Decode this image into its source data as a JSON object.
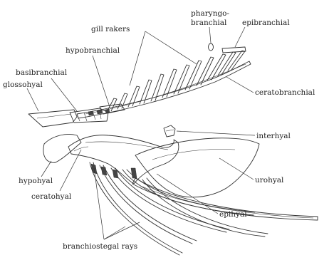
{
  "labels": {
    "pharyngobranchial_line1": "pharyngo-",
    "pharyngobranchial_line2": "branchial",
    "epibranchial": "epibranchial",
    "gill_rakers": "gill rakers",
    "hypobranchial": "hypobranchial",
    "basibranchial": "basibranchial",
    "glossohyal": "glossohyal",
    "ceratobranchial": "ceratobranchial",
    "interhyal": "interhyal",
    "urohyal": "urohyal",
    "hypohyal": "hypohyal",
    "epihyal": "epihyal",
    "ceratohyal": "ceratohyal",
    "branchiostegal_rays": "branchiostegal rays"
  }
}
